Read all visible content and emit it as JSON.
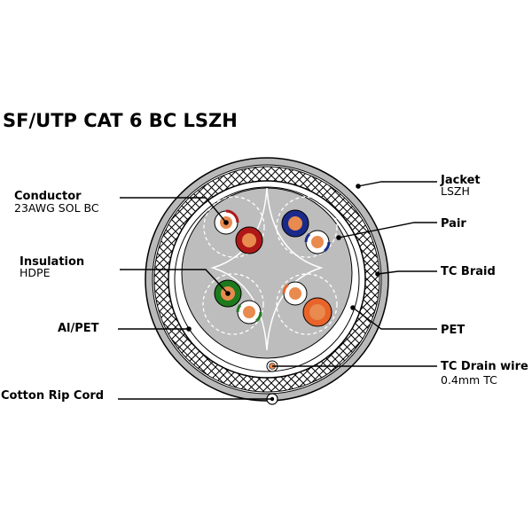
{
  "title": "SF/UTP CAT 6 BC LSZH",
  "labels": {
    "conductor": {
      "name": "Conductor",
      "detail": "23AWG SOL BC"
    },
    "insulation": {
      "name": "Insulation",
      "detail": "HDPE"
    },
    "al_pet": {
      "name": "Al/PET"
    },
    "rip_cord": {
      "name": "Cotton Rip Cord"
    },
    "jacket": {
      "name": "Jacket",
      "detail": "LSZH"
    },
    "pair": {
      "name": "Pair"
    },
    "braid": {
      "name": "TC Braid"
    },
    "pet": {
      "name": "PET"
    },
    "drain": {
      "name": "TC Drain wire",
      "detail": "0.4mm TC"
    }
  },
  "colors": {
    "jacket": "#b9b9b9",
    "core": "#bdbdbd",
    "pair_red": "#b01818",
    "pair_blue": "#1a2a8a",
    "pair_green": "#1d7a1d",
    "pair_orange": "#e8642a",
    "copper": "#e98a4e"
  }
}
